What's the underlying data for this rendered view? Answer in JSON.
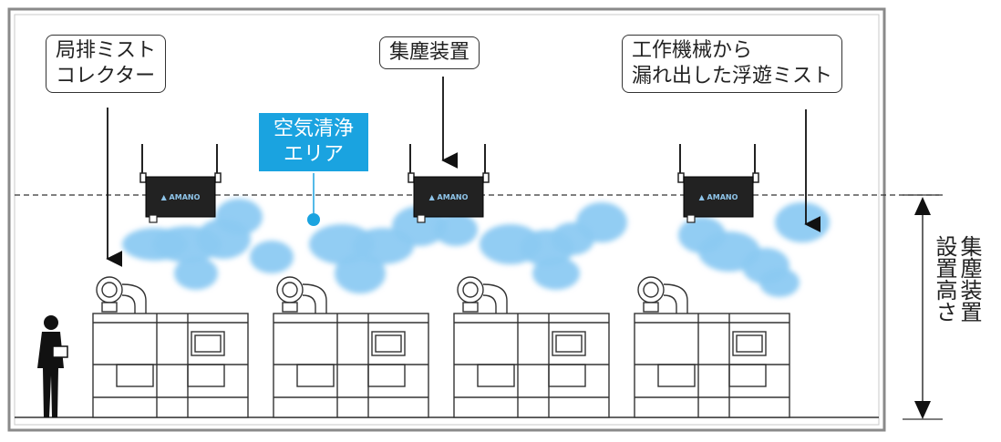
{
  "labels": {
    "local_collector": [
      "局排ミスト",
      "コレクター"
    ],
    "dust_collector": "集塵装置",
    "floating_mist": [
      "工作機械から",
      "漏れ出した浮遊ミスト"
    ],
    "clean_area": [
      "空気清浄",
      "エリア"
    ],
    "install_height": [
      "集塵装置",
      "設置高さ"
    ]
  },
  "unit_brand": "AMANO",
  "machine_count": 4,
  "unit_count": 3,
  "colors": {
    "accent": "#1aa3e0",
    "mist": "#8ccaf2",
    "line": "#222222",
    "frame": "#8a8a8a"
  }
}
